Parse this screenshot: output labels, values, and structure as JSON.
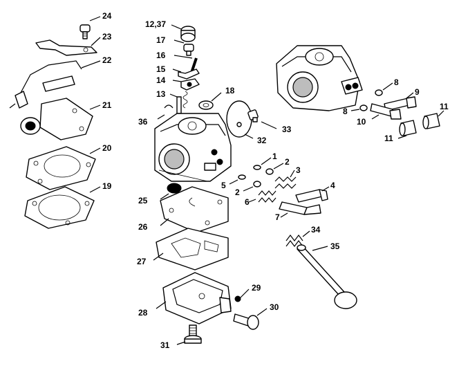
{
  "callouts": [
    {
      "id": "c24",
      "text": "24"
    },
    {
      "id": "c23",
      "text": "23"
    },
    {
      "id": "c22",
      "text": "22"
    },
    {
      "id": "c21",
      "text": "21"
    },
    {
      "id": "c20",
      "text": "20"
    },
    {
      "id": "c19",
      "text": "19"
    },
    {
      "id": "c1237",
      "text": "12,37"
    },
    {
      "id": "c17",
      "text": "17"
    },
    {
      "id": "c16",
      "text": "16"
    },
    {
      "id": "c15",
      "text": "15"
    },
    {
      "id": "c14",
      "text": "14"
    },
    {
      "id": "c13",
      "text": "13"
    },
    {
      "id": "c36",
      "text": "36"
    },
    {
      "id": "c18",
      "text": "18"
    },
    {
      "id": "c33",
      "text": "33"
    },
    {
      "id": "c32",
      "text": "32"
    },
    {
      "id": "c1",
      "text": "1"
    },
    {
      "id": "c2a",
      "text": "2"
    },
    {
      "id": "c3",
      "text": "3"
    },
    {
      "id": "c5",
      "text": "5"
    },
    {
      "id": "c2b",
      "text": "2"
    },
    {
      "id": "c6",
      "text": "6"
    },
    {
      "id": "c4",
      "text": "4"
    },
    {
      "id": "c7",
      "text": "7"
    },
    {
      "id": "c25",
      "text": "25"
    },
    {
      "id": "c26",
      "text": "26"
    },
    {
      "id": "c27",
      "text": "27"
    },
    {
      "id": "c28",
      "text": "28"
    },
    {
      "id": "c29",
      "text": "29"
    },
    {
      "id": "c30",
      "text": "30"
    },
    {
      "id": "c31",
      "text": "31"
    },
    {
      "id": "c34",
      "text": "34"
    },
    {
      "id": "c35",
      "text": "35"
    },
    {
      "id": "c8a",
      "text": "8"
    },
    {
      "id": "c9",
      "text": "9"
    },
    {
      "id": "c8b",
      "text": "8"
    },
    {
      "id": "c10",
      "text": "10"
    },
    {
      "id": "c11a",
      "text": "11"
    },
    {
      "id": "c11b",
      "text": "11"
    }
  ]
}
